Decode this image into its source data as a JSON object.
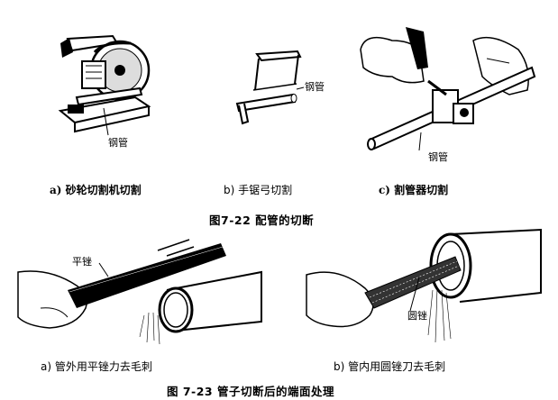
{
  "figure_22": {
    "title": "图7-22  配管的切断",
    "panels": [
      {
        "caption": "a) 砂轮切割机切割",
        "part_label": "钢管"
      },
      {
        "caption": "b) 手锯弓切割",
        "part_label": "钢管"
      },
      {
        "caption": "c) 割管器切割",
        "part_label": "钢管"
      }
    ]
  },
  "figure_23": {
    "title": "图 7-23  管子切断后的端面处理",
    "panels": [
      {
        "caption": "a) 管外用平锉力去毛刺",
        "part_label": "平锉"
      },
      {
        "caption": "b) 管内用圆锉刀去毛刺",
        "part_label": "圆锉"
      }
    ]
  },
  "colors": {
    "ink": "#000000",
    "paper": "#ffffff"
  }
}
